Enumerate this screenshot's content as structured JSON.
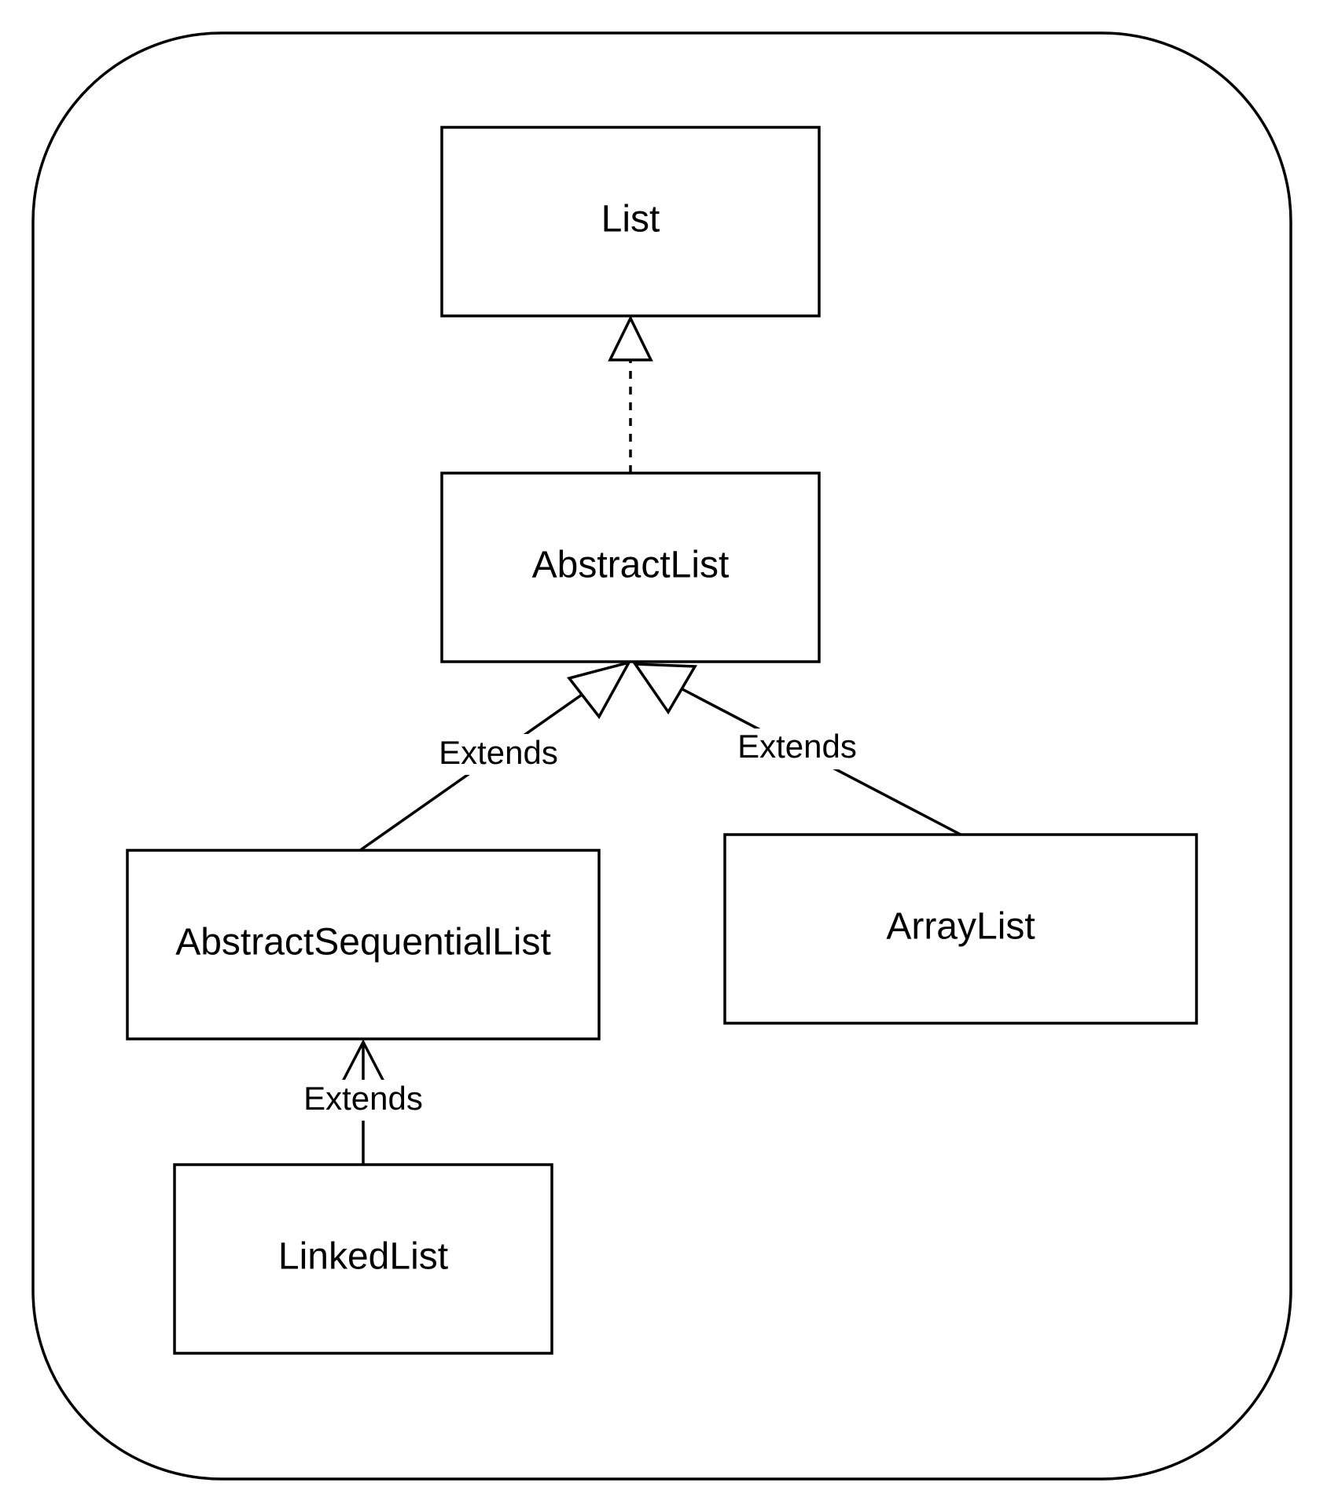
{
  "nodes": {
    "list": {
      "label": "List"
    },
    "abstract_list": {
      "label": "AbstractList"
    },
    "abstract_sequential_list": {
      "label": "AbstractSequentialList"
    },
    "array_list": {
      "label": "ArrayList"
    },
    "linked_list": {
      "label": "LinkedList"
    }
  },
  "edges": {
    "abstract_list_implements_list": {
      "label": ""
    },
    "abstract_sequential_list_extends_abstract_list": {
      "label": "Extends"
    },
    "array_list_extends_abstract_list": {
      "label": "Extends"
    },
    "linked_list_extends_abstract_sequential_list": {
      "label": "Extends"
    }
  }
}
